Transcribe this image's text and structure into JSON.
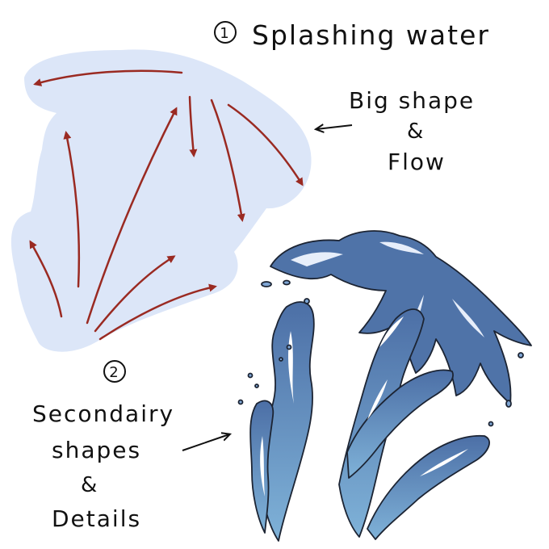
{
  "labels": {
    "step1_number": "1",
    "step1_title": "Splashing water",
    "big_shape_line1": "Big shape",
    "big_shape_line2": "&",
    "big_shape_line3": "Flow",
    "step2_number": "2",
    "secondary_line1": "Secondairy",
    "secondary_line2": "shapes",
    "secondary_line3": "&",
    "secondary_line4": "Details"
  },
  "colors": {
    "background": "#ffffff",
    "silhouette": "#dce6f8",
    "flow_arrow": "#9a2a22",
    "water_dark": "#4f73a8",
    "water_light": "#7fa6d4",
    "outline": "#1c2433",
    "ink": "#111111"
  },
  "icons": [
    "circled-number-1-icon",
    "circled-number-2-icon",
    "pointer-arrow-icon"
  ]
}
